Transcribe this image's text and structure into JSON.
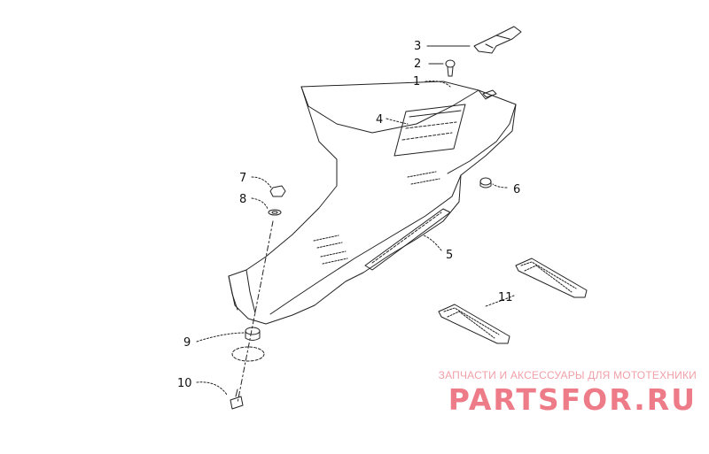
{
  "callouts": [
    {
      "id": "c1",
      "label": "1"
    },
    {
      "id": "c2",
      "label": "2"
    },
    {
      "id": "c3",
      "label": "3"
    },
    {
      "id": "c4",
      "label": "4"
    },
    {
      "id": "c5",
      "label": "5"
    },
    {
      "id": "c6",
      "label": "6"
    },
    {
      "id": "c7",
      "label": "7"
    },
    {
      "id": "c8",
      "label": "8"
    },
    {
      "id": "c9",
      "label": "9"
    },
    {
      "id": "c10",
      "label": "10"
    },
    {
      "id": "c11",
      "label": "11"
    }
  ],
  "watermark": {
    "subtitle": "ЗАПЧАСТИ И АКСЕССУАРЫ ДЛЯ МОТОТЕХНИКИ",
    "logo": "PARTSFOR.RU"
  },
  "colors": {
    "line": "#222222",
    "watermark": "#ee7c88"
  }
}
